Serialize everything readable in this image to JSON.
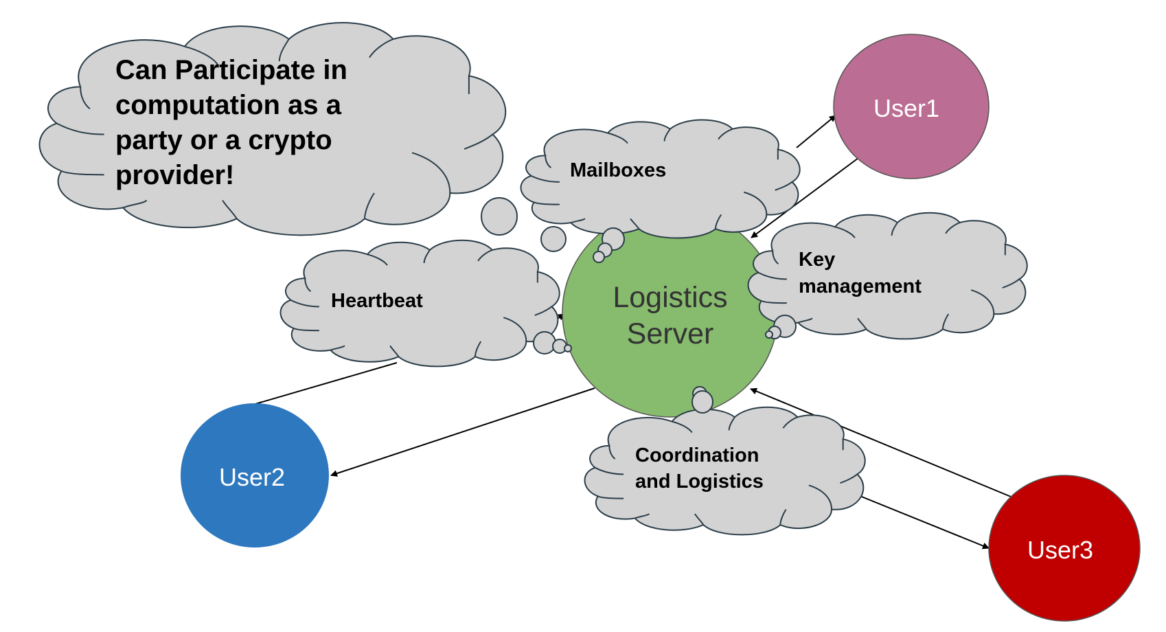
{
  "diagram": {
    "server": {
      "label_line1": "Logistics",
      "label_line2": "Server",
      "fill": "#87bb6e",
      "text_color": "#333333"
    },
    "users": [
      {
        "label": "User1",
        "fill": "#bb6d93"
      },
      {
        "label": "User2",
        "fill": "#2e78bf"
      },
      {
        "label": "User3",
        "fill": "#c00000"
      }
    ],
    "clouds": {
      "participate": {
        "lines": [
          "Can Participate in",
          "computation as a",
          "party or a crypto",
          "provider!"
        ]
      },
      "mailboxes": {
        "lines": [
          "Mailboxes"
        ]
      },
      "heartbeat": {
        "lines": [
          "Heartbeat"
        ]
      },
      "key_management": {
        "lines": [
          "Key",
          "management"
        ]
      },
      "coordination": {
        "lines": [
          "Coordination",
          "and Logistics"
        ]
      }
    },
    "colors": {
      "cloud_fill": "#d3d3d3",
      "cloud_stroke": "#2b3d48",
      "user_text": "#ffffff"
    }
  }
}
